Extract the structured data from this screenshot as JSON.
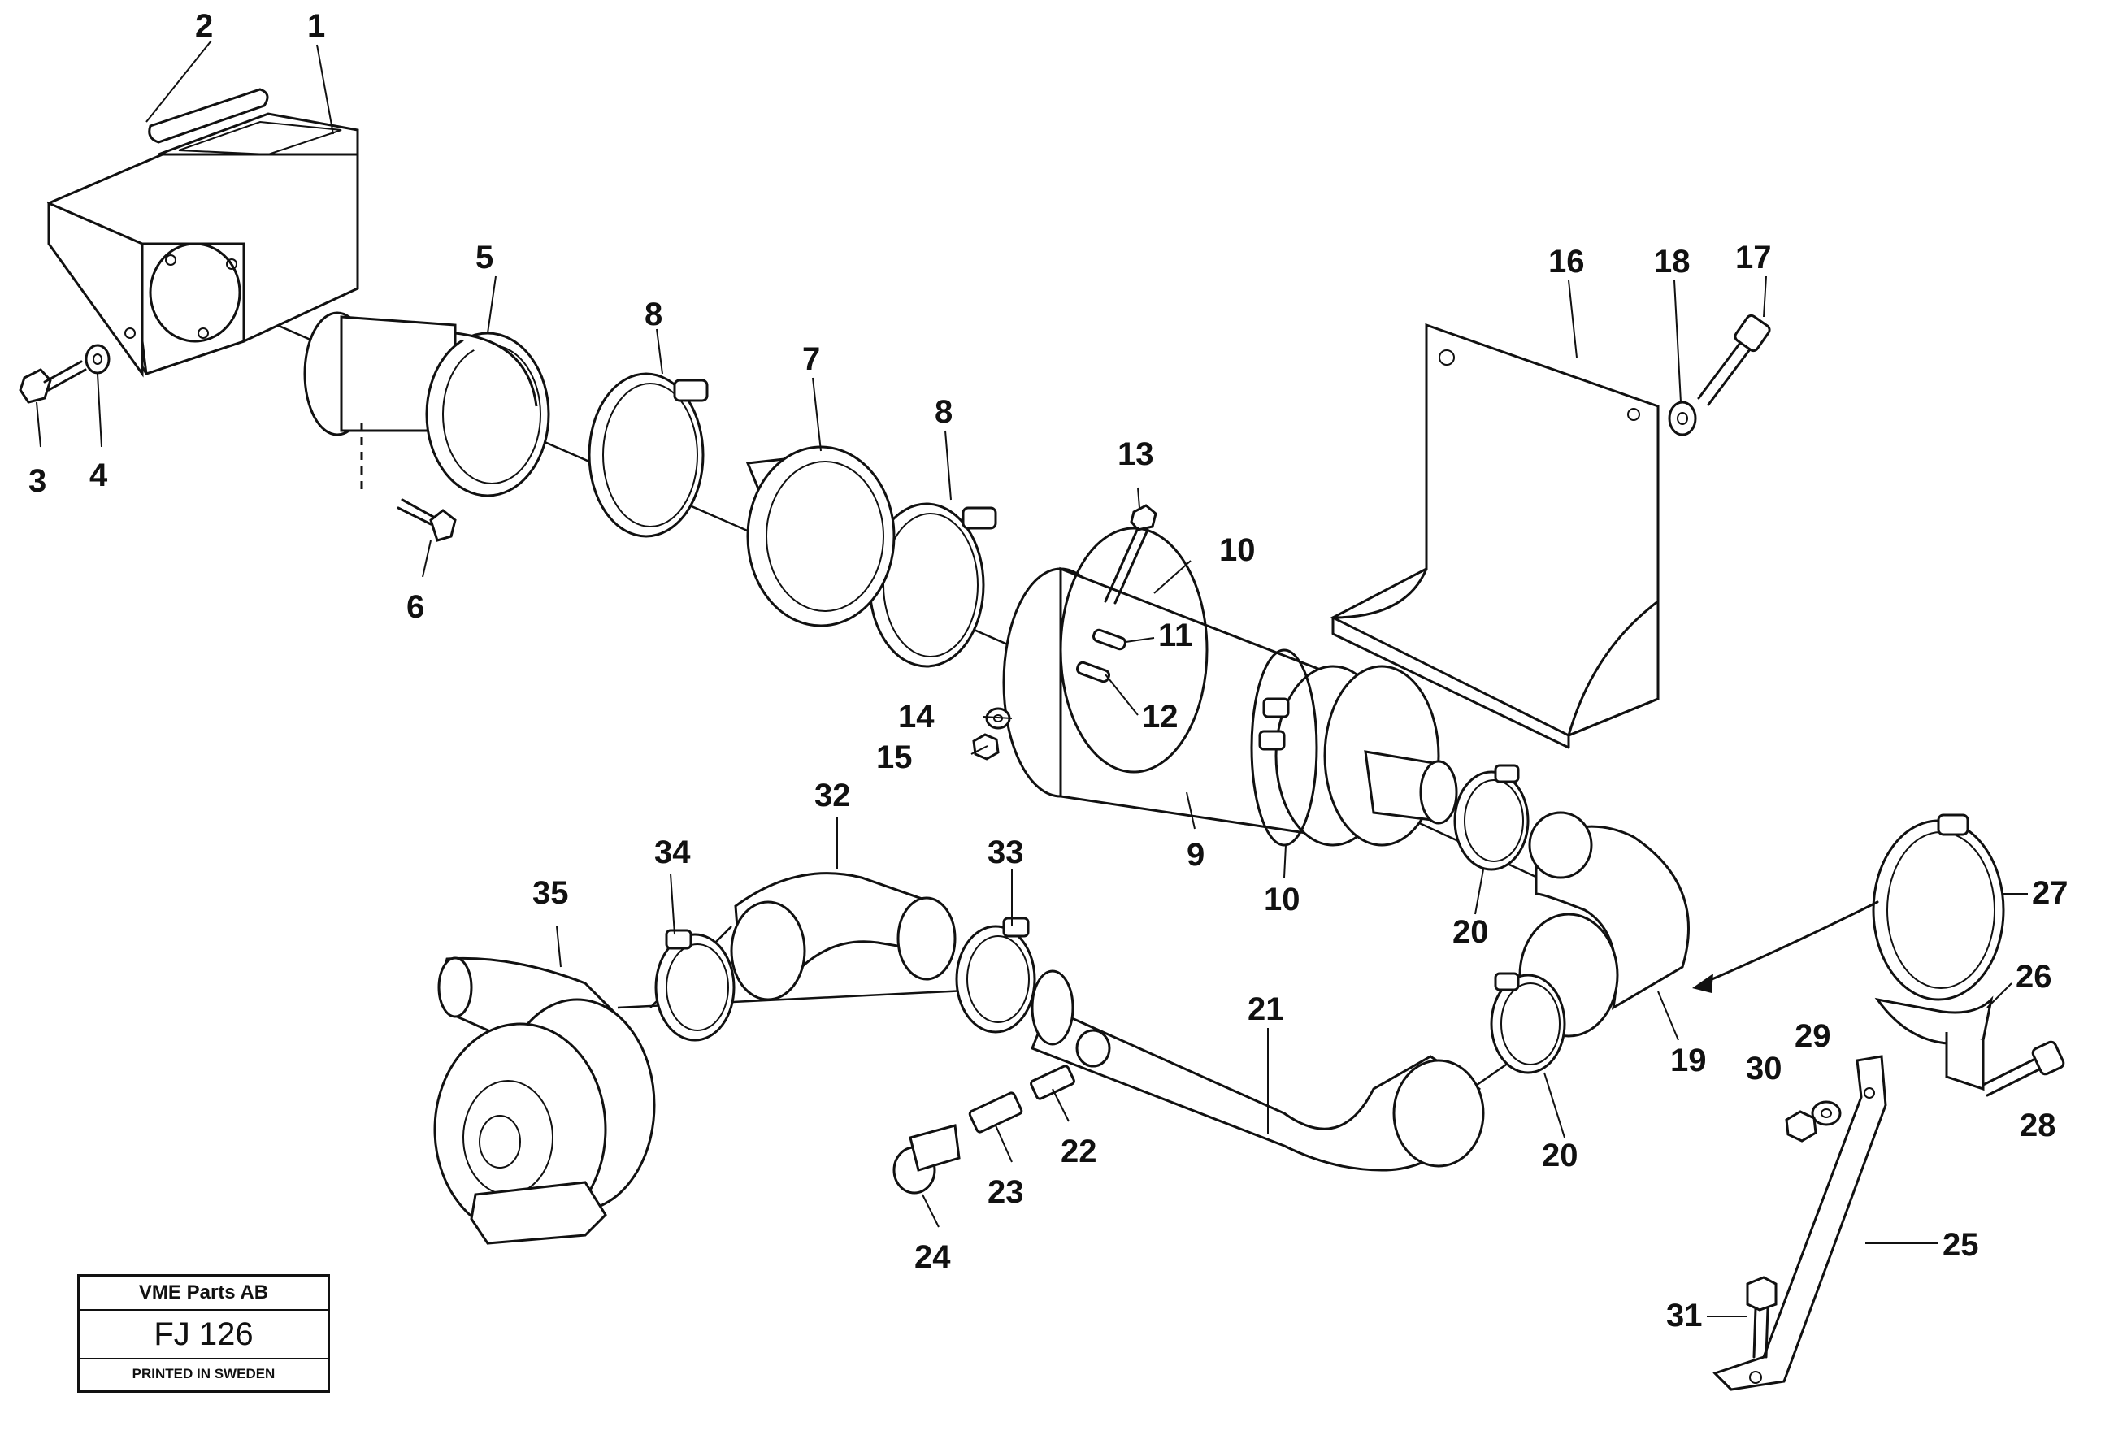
{
  "callouts": {
    "c1": "1",
    "c2": "2",
    "c3": "3",
    "c4": "4",
    "c5": "5",
    "c6": "6",
    "c7": "7",
    "c8a": "8",
    "c8b": "8",
    "c9": "9",
    "c10a": "10",
    "c10b": "10",
    "c11": "11",
    "c12": "12",
    "c13": "13",
    "c14": "14",
    "c15": "15",
    "c16": "16",
    "c17": "17",
    "c18": "18",
    "c19": "19",
    "c20a": "20",
    "c20b": "20",
    "c21": "21",
    "c22": "22",
    "c23": "23",
    "c24": "24",
    "c25": "25",
    "c26": "26",
    "c27": "27",
    "c28": "28",
    "c29": "29",
    "c30": "30",
    "c31": "31",
    "c32": "32",
    "c33": "33",
    "c34": "34",
    "c35": "35"
  },
  "title_block": {
    "company": "VME Parts AB",
    "code": "FJ 126",
    "printed": "PRINTED IN SWEDEN"
  }
}
